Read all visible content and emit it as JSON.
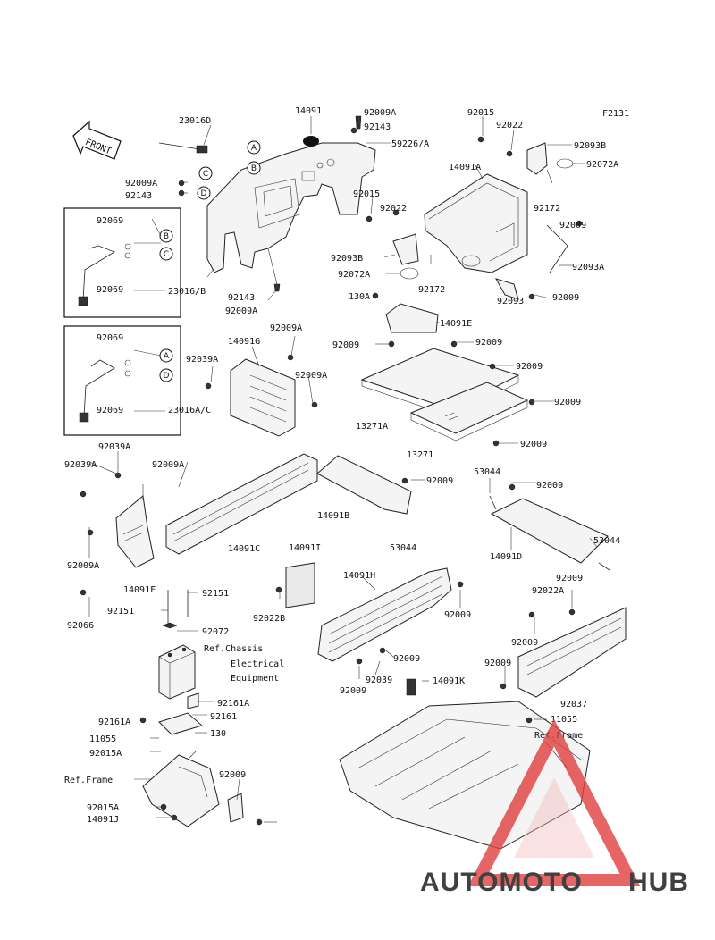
{
  "diagram": {
    "code": "F2131",
    "front_arrow": "FRONT",
    "labels": [
      "23016D",
      "14091",
      "92009A",
      "92143",
      "59226/A",
      "92015",
      "92022",
      "92093B",
      "92072A",
      "14091A",
      "92009A",
      "92143",
      "92015",
      "92022",
      "92172",
      "92009",
      "92093B",
      "92093A",
      "92072A",
      "92172",
      "130A",
      "92009",
      "92093",
      "14091E",
      "92143",
      "92009A",
      "92069",
      "92069",
      "23016/B",
      "92069",
      "92069",
      "23016A/C",
      "14091G",
      "92009A",
      "92039A",
      "92009A",
      "92009",
      "92009",
      "92009",
      "13271A",
      "92009",
      "92009",
      "13271",
      "92039A",
      "92039A",
      "92009A",
      "92009",
      "14091B",
      "53044",
      "92009",
      "14091C",
      "14091I",
      "53044",
      "14091D",
      "53044",
      "92009A",
      "14091F",
      "92151",
      "92151",
      "92072",
      "92022B",
      "14091H",
      "92009",
      "92009",
      "92009",
      "92022A",
      "92039",
      "92009",
      "92009",
      "92009",
      "92066",
      "14091K",
      "92037",
      "11055",
      "92161A",
      "92161",
      "130",
      "92161A",
      "11055",
      "92015A",
      "92015A",
      "14091J",
      "92009"
    ],
    "callouts": [
      "A",
      "B",
      "C",
      "D",
      "B",
      "C",
      "A",
      "D"
    ],
    "refs": [
      "Ref.Chassis",
      "Electrical",
      "Equipment",
      "Ref.Frame",
      "Ref.Frame"
    ]
  },
  "watermark": {
    "brand_left": "AUTOMOTO",
    "brand_right": "HUB",
    "colors": {
      "accent": "#f0a030",
      "gray": "#8a8a8a",
      "triangle": "#e04040"
    }
  }
}
